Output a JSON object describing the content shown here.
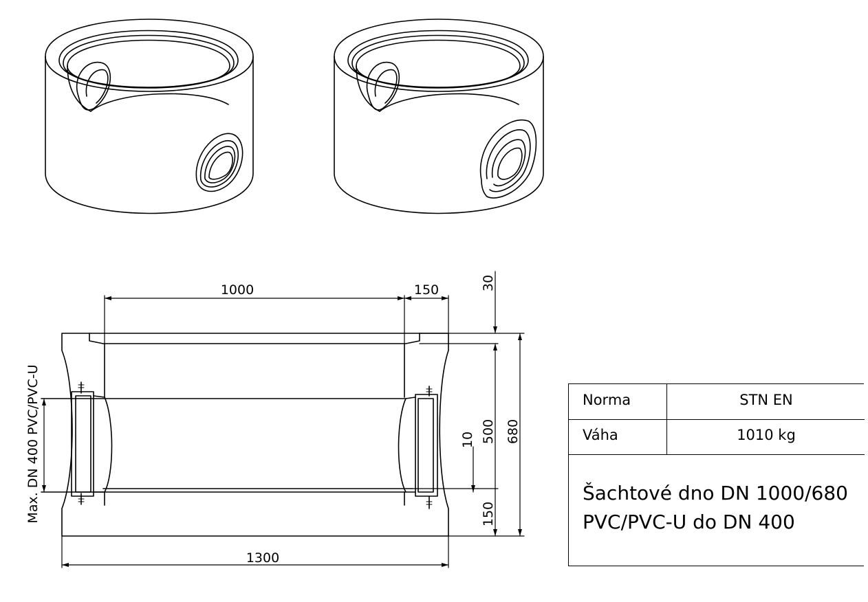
{
  "dimensions": {
    "inner_width": "1000",
    "wall_width": "150",
    "top_offset": "30",
    "pipe_height": "500",
    "total_height": "680",
    "invert_offset": "10",
    "base_height": "150",
    "outer_width": "1300"
  },
  "side_label": "Max. DN 400 PVC/PVC-U",
  "spec": {
    "rows": [
      {
        "key": "Norma",
        "value": "STN EN"
      },
      {
        "key": "Váha",
        "value": "1010 kg"
      }
    ],
    "description_line1": "Šachtové dno DN 1000/680",
    "description_line2": "PVC/PVC-U do DN 400"
  }
}
